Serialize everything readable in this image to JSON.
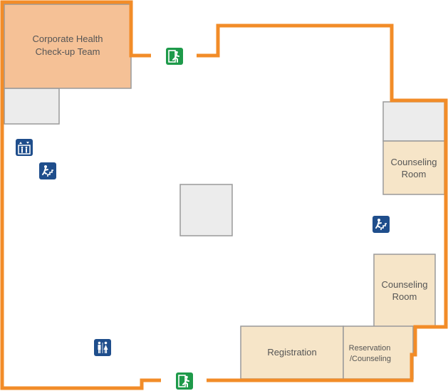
{
  "colors": {
    "wall": "#f28c28",
    "highlight_room": "#f5c196",
    "room_fill": "#f6e5c8",
    "gray_block": "#ececec",
    "icon_blue": "#1f4e8c",
    "exit_green": "#1e9a4a"
  },
  "rooms": {
    "health_team": {
      "line1": "Corporate Health",
      "line2": "Check-up Team"
    },
    "counseling_upper": {
      "line1": "Counseling",
      "line2": "Room"
    },
    "counseling_lower": {
      "line1": "Counseling",
      "line2": "Room"
    },
    "registration": {
      "label": "Registration"
    },
    "reservation": {
      "line1": "Reservation",
      "line2": "/Counseling"
    }
  },
  "icons": {
    "elevator": "elevator-icon",
    "stairs_left": "stairs-icon",
    "stairs_right": "stairs-icon",
    "restroom": "restroom-icon",
    "exit_top": "emergency-exit-icon",
    "exit_bottom": "emergency-exit-icon"
  }
}
